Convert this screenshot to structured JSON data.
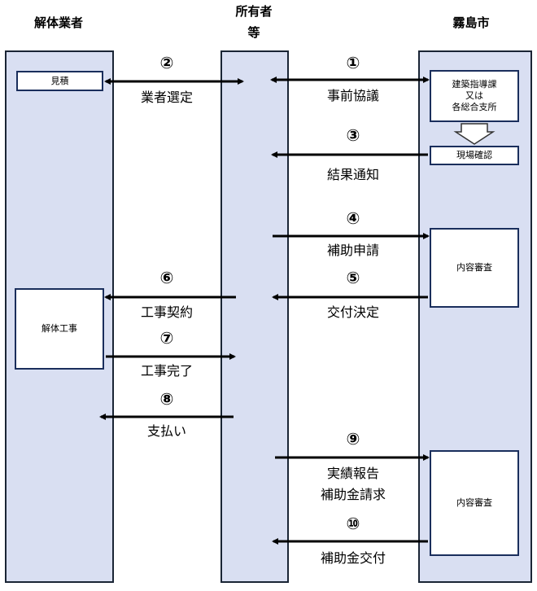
{
  "headers": {
    "left": "解体業者",
    "middle_line1": "所有者",
    "middle_line2": "等",
    "right": "霧島市"
  },
  "boxes": {
    "estimate": "見積",
    "dept_line1": "建築指導課",
    "dept_line2": "又は",
    "dept_line3": "各総合支所",
    "site_check": "現場確認",
    "review1": "内容審査",
    "demolition": "解体工事",
    "review2": "内容審査"
  },
  "steps": [
    {
      "num": "①",
      "label": "事前協議"
    },
    {
      "num": "②",
      "label": "業者選定"
    },
    {
      "num": "③",
      "label": "結果通知"
    },
    {
      "num": "④",
      "label": "補助申請"
    },
    {
      "num": "⑤",
      "label": "交付決定"
    },
    {
      "num": "⑥",
      "label": "工事契約"
    },
    {
      "num": "⑦",
      "label": "工事完了"
    },
    {
      "num": "⑧",
      "label": "支払い"
    },
    {
      "num": "⑨",
      "label": "実績報告"
    },
    {
      "num": "⑩",
      "label": "補助金交付"
    }
  ],
  "step9_label2": "補助金請求",
  "colors": {
    "lane_fill": "#d9dff2",
    "border": "#1a2535",
    "arrow": "#000000"
  }
}
